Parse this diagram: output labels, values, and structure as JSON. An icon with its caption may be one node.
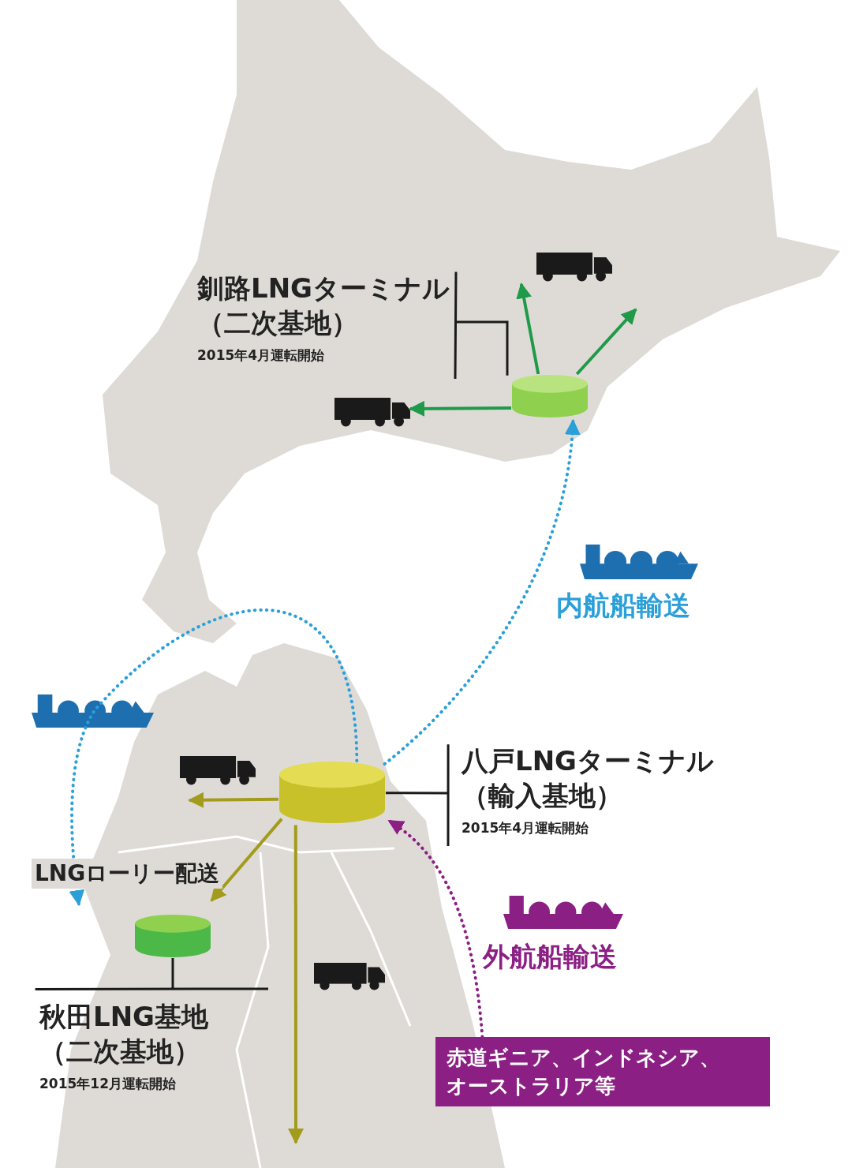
{
  "diagram": {
    "nodes": [
      {
        "text": [
          "釧路LNGターミナル（二次基地）",
          "2015年4月運転開始"
        ]
      },
      {
        "text": [],
        "shape": "cylinder"
      },
      {
        "text": [],
        "shape": "truck"
      },
      {
        "text": [],
        "shape": "truck"
      },
      {
        "text": [],
        "shape": "cylinder"
      },
      {
        "text": [
          "八戸LNGターミナル（輸入基地）",
          "2015年4月運転開始"
        ]
      },
      {
        "text": [],
        "shape": "truck"
      },
      {
        "text": [],
        "shape": "cylinder"
      },
      {
        "text": [
          "秋田LNG基地（二次基地）",
          "2015年12月運転開始"
        ]
      },
      {
        "text": [
          "赤道ギニア、インドネシア、オーストラリア等"
        ]
      }
    ],
    "edges": [
      {
        "from": 0,
        "to": 1,
        "arrow": "none"
      },
      {
        "from": 1,
        "to": 2,
        "arrow": "to",
        "color": "#1f9a48"
      },
      {
        "from": 1,
        "to": null,
        "arrow": "to",
        "color": "#1f9a48"
      },
      {
        "from": 1,
        "to": 3,
        "arrow": "to",
        "color": "#1f9a48"
      },
      {
        "from": 4,
        "to": 1,
        "arrow": "to",
        "style": "dashed",
        "color": "#2a9fd8",
        "label": "内航船輸送"
      },
      {
        "from": 4,
        "to": null,
        "arrow": "to",
        "style": "dashed",
        "color": "#2a9fd8"
      },
      {
        "from": 5,
        "to": 4,
        "arrow": "none"
      },
      {
        "from": 4,
        "to": 6,
        "arrow": "to",
        "color": "#a39b1c"
      },
      {
        "from": 4,
        "to": 7,
        "arrow": "to",
        "color": "#a39b1c",
        "label": "LNGローリー配送"
      },
      {
        "from": 4,
        "to": null,
        "arrow": "to",
        "color": "#a39b1c"
      },
      {
        "from": 8,
        "to": 7,
        "arrow": "none"
      },
      {
        "from": 9,
        "to": 4,
        "arrow": "to",
        "style": "dashed",
        "color": "#8b1f84",
        "label": "外航船輸送"
      }
    ]
  }
}
